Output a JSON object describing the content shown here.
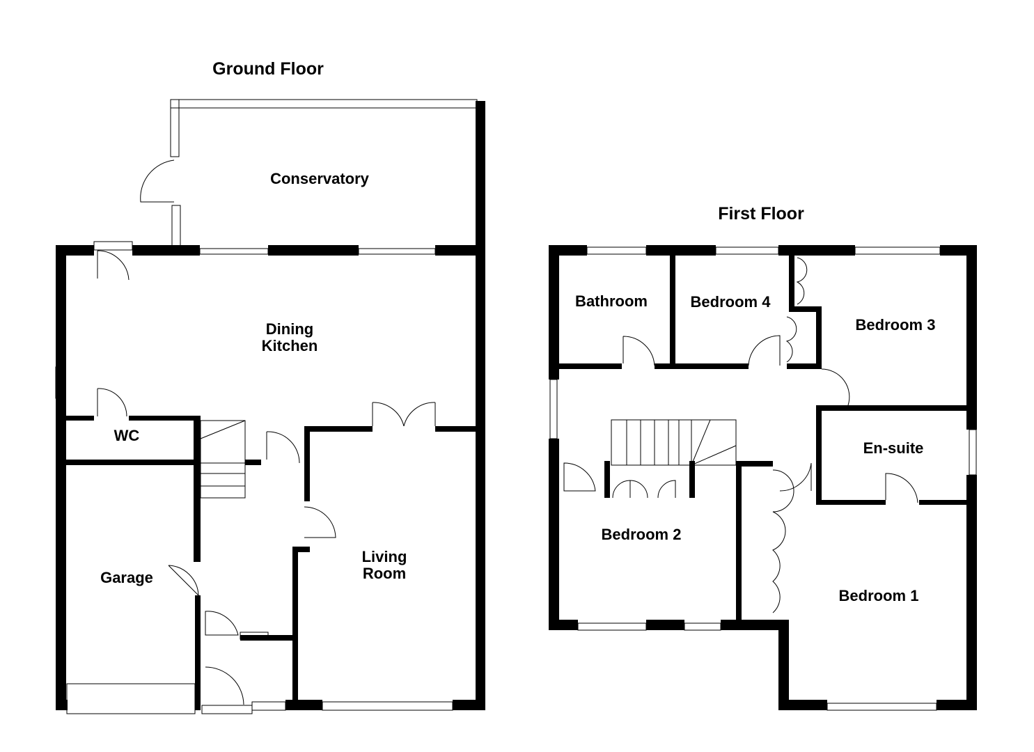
{
  "ground_floor": {
    "title": "Ground Floor",
    "rooms": {
      "conservatory": "Conservatory",
      "dining_kitchen_1": "Dining",
      "dining_kitchen_2": "Kitchen",
      "wc": "WC",
      "garage": "Garage",
      "living_room_1": "Living",
      "living_room_2": "Room"
    }
  },
  "first_floor": {
    "title": "First Floor",
    "rooms": {
      "bathroom": "Bathroom",
      "bedroom4": "Bedroom 4",
      "bedroom3": "Bedroom 3",
      "ensuite": "En-suite",
      "bedroom2": "Bedroom 2",
      "bedroom1": "Bedroom 1"
    }
  },
  "colors": {
    "wall": "#000000",
    "background": "#ffffff"
  }
}
